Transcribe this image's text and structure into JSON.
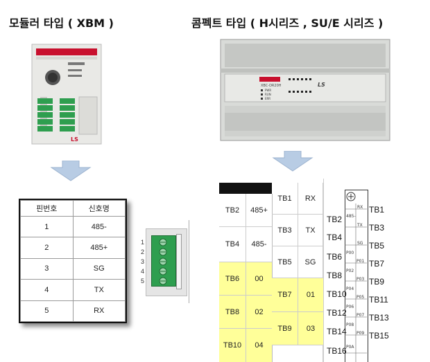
{
  "headers": {
    "left": "모듈러 타입 ( XBM )",
    "right": "콤펙트 타입 ( H시리즈 , SU/E 시리즈 )"
  },
  "pin_table": {
    "columns": [
      "핀번호",
      "신호명"
    ],
    "rows": [
      [
        "1",
        "485-"
      ],
      [
        "2",
        "485+"
      ],
      [
        "3",
        "SG"
      ],
      [
        "4",
        "TX"
      ],
      [
        "5",
        "RX"
      ]
    ]
  },
  "connector_pins": [
    "1",
    "2",
    "3",
    "4",
    "5"
  ],
  "terminal_table": {
    "col1": [
      {
        "tb": "TB2",
        "sig": "485+"
      },
      {
        "tb": "TB4",
        "sig": "485-"
      },
      {
        "tb": "TB6",
        "sig": "00"
      },
      {
        "tb": "TB8",
        "sig": "02"
      },
      {
        "tb": "TB10",
        "sig": "04"
      }
    ],
    "col2": [
      {
        "tb": "TB1",
        "sig": "RX"
      },
      {
        "tb": "TB3",
        "sig": "TX"
      },
      {
        "tb": "TB5",
        "sig": "SG"
      },
      {
        "tb": "TB7",
        "sig": "01"
      },
      {
        "tb": "TB9",
        "sig": "03"
      }
    ]
  },
  "terminal_block": {
    "left_labels": [
      "TB2",
      "TB4",
      "TB6",
      "TB8",
      "TB10",
      "TB12",
      "TB14",
      "TB16"
    ],
    "right_labels": [
      "TB1",
      "TB3",
      "TB5",
      "TB7",
      "TB9",
      "TB11",
      "TB13",
      "TB15"
    ],
    "pin_left": [
      "485-",
      "P00",
      "P02",
      "P04",
      "P06",
      "P08",
      "P0A"
    ],
    "pin_right": [
      "RX",
      "TX",
      "SG",
      "P01",
      "P03",
      "P05",
      "P07",
      "P09"
    ]
  },
  "device_labels": {
    "left_brand": "LS",
    "right_brand": "LS",
    "right_leds": [
      "PWR",
      "RUN",
      "ERR"
    ]
  },
  "colors": {
    "arrow": "#b8cce4",
    "highlight": "#ffff99",
    "terminal_green": "#2e9e4f",
    "brand_red": "#c8102e"
  }
}
